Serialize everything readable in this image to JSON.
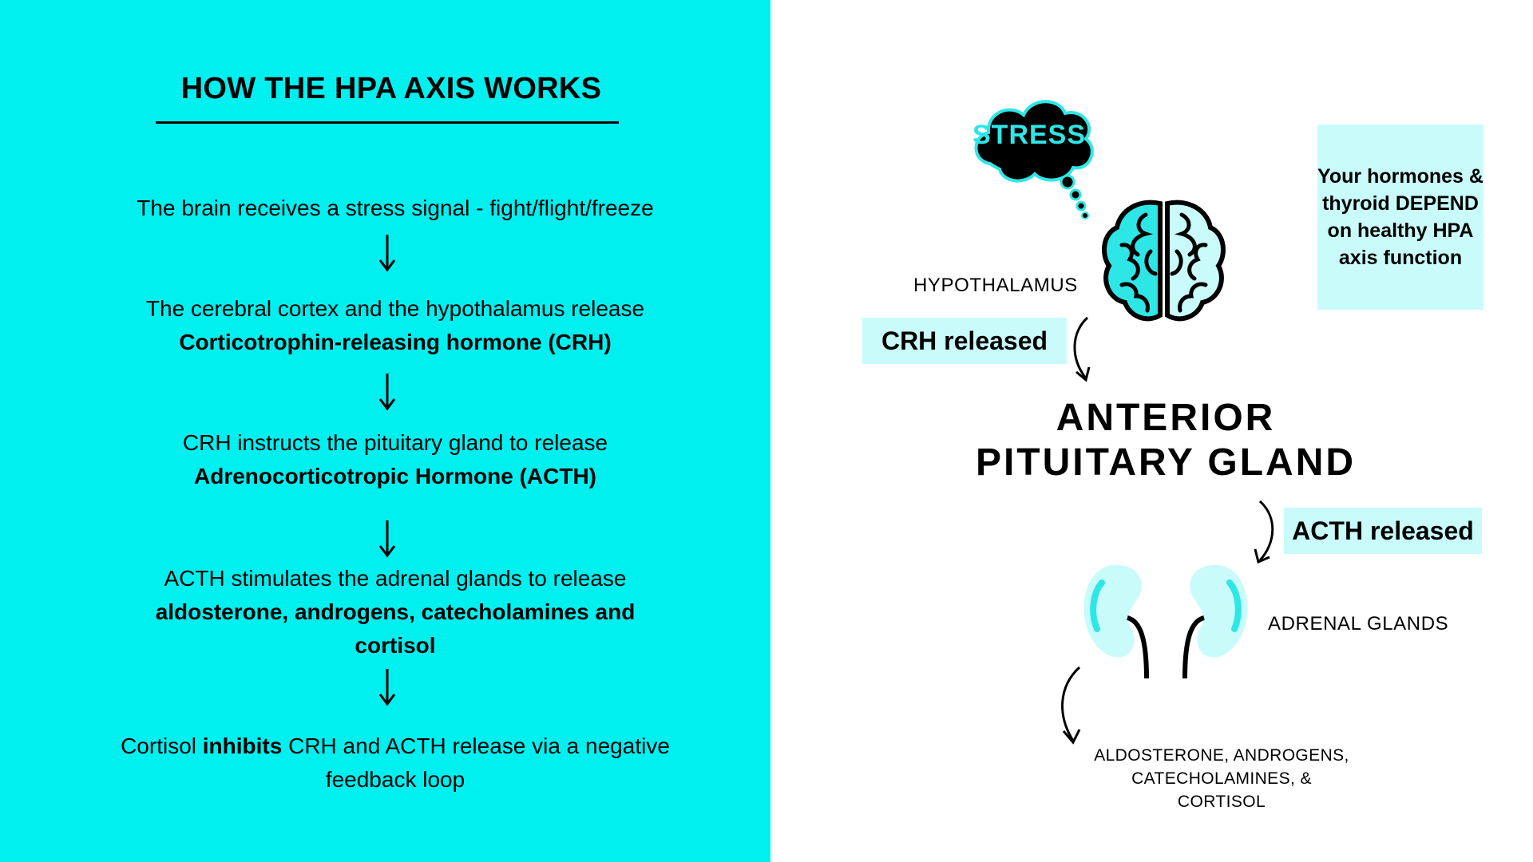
{
  "colors": {
    "left_bg": "#00f0f0",
    "box_bg": "#c9fbfb",
    "accent": "#2fe6e6",
    "dark": "#000000"
  },
  "left": {
    "title": "HOW THE HPA AXIS WORKS",
    "steps": [
      {
        "line1": "The brain receives a stress signal - fight/flight/freeze"
      },
      {
        "line1": "The cerebral cortex and the hypothalamus release",
        "bold": "Corticotrophin-releasing hormone (CRH)"
      },
      {
        "line1": "CRH instructs the pituitary gland to release",
        "bold": "Adrenocorticotropic Hormone (ACTH)"
      },
      {
        "line1": "ACTH stimulates the adrenal glands to release",
        "bold_a": "aldosterone, androgens, catecholamines and",
        "bold_b": "cortisol"
      },
      {
        "pre": "Cortisol ",
        "bold": "inhibits",
        "post": " CRH and ACTH release via a negative",
        "line2": "feedback loop"
      }
    ]
  },
  "right": {
    "stress": "STRESS",
    "hypothalamus": "HYPOTHALAMUS",
    "crh_released": "CRH released",
    "dependency_box": "Your hormones & thyroid DEPEND on healthy HPA axis function",
    "anterior_line1": "ANTERIOR",
    "anterior_line2": "PITUITARY GLAND",
    "acth_released": "ACTH released",
    "adrenal": "ADRENAL GLANDS",
    "outputs_line1": "ALDOSTERONE, ANDROGENS,",
    "outputs_line2": "CATECHOLAMINES, &",
    "outputs_line3": "CORTISOL"
  },
  "icons": [
    "down-arrow-icon",
    "thought-cloud-icon",
    "brain-icon",
    "curved-arrow-icon",
    "adrenal-gland-icon"
  ]
}
